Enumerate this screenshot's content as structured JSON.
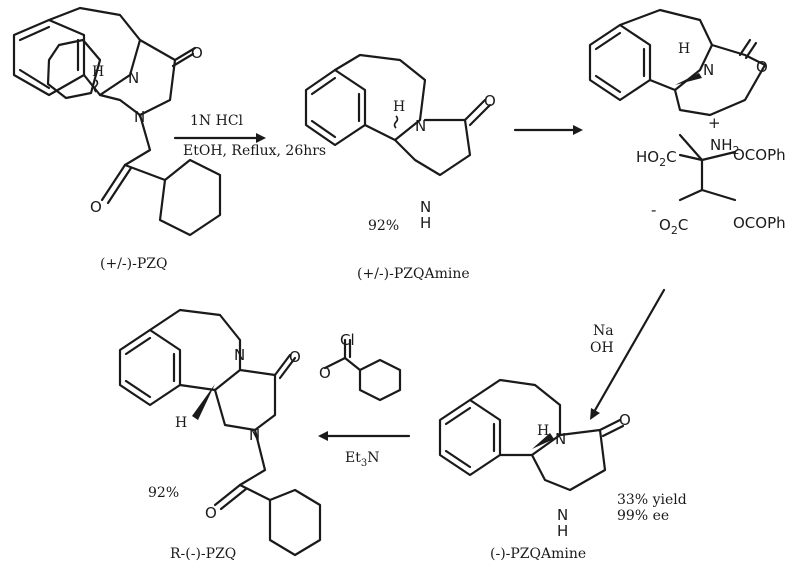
{
  "compounds": {
    "rac_pzq": "(+/-)-PZQ",
    "rac_amine": "(+/-)-PZQAmine",
    "s_amine": "(-)-PZQAmine",
    "r_pzq": "R-(-)-PZQ"
  },
  "conditions": {
    "step1_reagent": "1N HCl",
    "step1_solvent": "EtOH, Reflux, 26hrs",
    "step1_yield": "92%",
    "step3_base_1": "Na",
    "step3_base_2": "OH",
    "step3_yield": "33% yield",
    "step3_ee": "99% ee",
    "step4_base": "Et",
    "step4_base_sub": "3",
    "step4_base_suffix": "N",
    "step4_yield": "92%"
  },
  "salt": {
    "amine_label": "NH",
    "amine_sub": "2",
    "plus": "+",
    "acid_top": "HO",
    "acid_top_sub": "2",
    "acid_top_suffix": "C",
    "acid_bottom_charge": "-",
    "acid_bottom": "O",
    "acid_bottom_sub": "2",
    "acid_bottom_suffix": "C",
    "ester_label": "OCOPh"
  },
  "atoms": {
    "n": "N",
    "nh": "N",
    "nh_h": "H",
    "o": "O",
    "h": "H",
    "cl": "Cl"
  }
}
